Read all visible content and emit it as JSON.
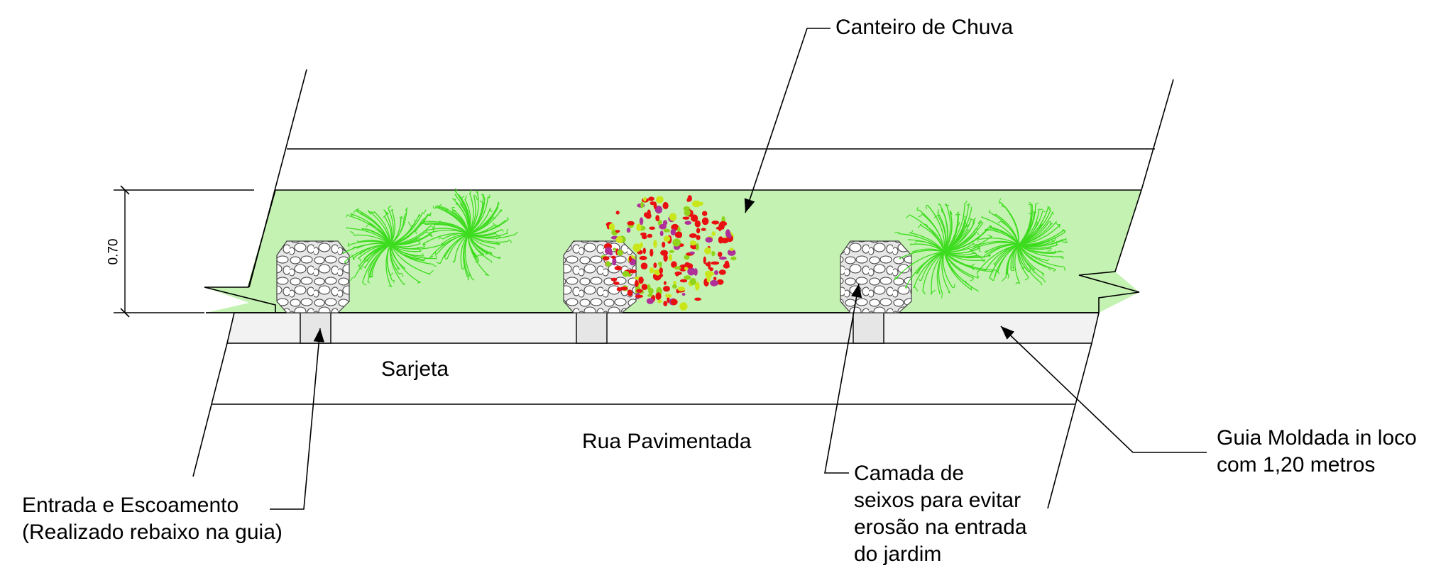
{
  "diagram": {
    "labels": {
      "canteiro": "Canteiro de Chuva",
      "sarjeta": "Sarjeta",
      "rua": "Rua Pavimentada",
      "entrada_line1": "Entrada e Escoamento",
      "entrada_line2": "(Realizado rebaixo na guia)",
      "camada_line1": "Camada de",
      "camada_line2": "seixos para evitar",
      "camada_line3": "erosão na entrada",
      "camada_line4": "do jardim",
      "guia_line1": "Guia Moldada in loco",
      "guia_line2": "com 1,20 metros"
    },
    "dimension": "0.70",
    "colors": {
      "bed_fill": "#c4f2b2",
      "curb_fill": "#f2f2f2",
      "gravel_fill": "#e6e6e6",
      "grass": "#3ddc1e",
      "flowers_red": "#e81010",
      "flowers_yellow": "#c8e61a",
      "line": "#000000"
    }
  }
}
